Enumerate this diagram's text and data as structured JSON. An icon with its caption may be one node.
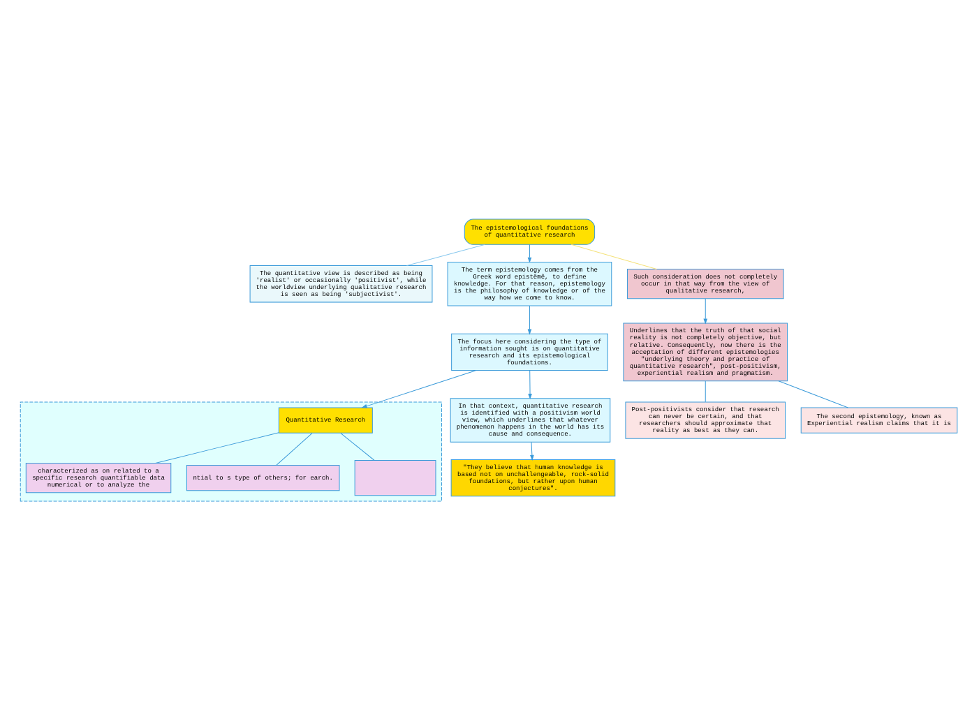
{
  "diagram": {
    "nodes": [
      {
        "text": [
          "The epistemological foundations of quantitative research"
        ]
      },
      {
        "text": [
          "The quantitative view is described as being 'realist' or occasionally 'positivist', while the worldview underlying qualitative research is seen as being 'subjectivist'."
        ]
      },
      {
        "text": [
          "The term epistemology comes from the Greek word epistêmê, to define knowledge. For that reason, epistemology is the philosophy of knowledge or of the way how we come to know."
        ]
      },
      {
        "text": [
          "The focus here considering the type of information sought is on quantitative research and its epistemological foundations."
        ]
      },
      {
        "text": [
          "In that context, quantitative research is identified with a positivism world view, which underlines that whatever phenomenon happens in the world has its cause and consequence."
        ]
      },
      {
        "text": [
          "\"They believe that human knowledge is based not on unchallengeable, rock-solid foundations, but rather upon human conjectures\"."
        ]
      },
      {
        "text": [
          "Such consideration does not completely occur in that way from the view of qualitative research,"
        ]
      },
      {
        "text": [
          "Underlines that the truth of that social reality is not completely objective, but relative. Consequently, now there is the acceptation of different epistemologies \"underlying theory and practice of quantitative research\", post-positivism, experiential realism and pragmatism."
        ]
      },
      {
        "text": [
          "Post-positivists consider that research can never be certain, and that researchers should approximate that reality as best as they can."
        ]
      },
      {
        "text": [
          "The second epistemology, known as Experiential realism claims that it is"
        ]
      },
      {
        "text": [],
        "shape": "box"
      },
      {
        "text": [
          "Quantitative Research"
        ],
        "in": 10
      },
      {
        "text": [
          "characterized as on related to a specific research quantifiable data numerical or to analyze the"
        ],
        "in": 10
      },
      {
        "text": [
          "ntial to s type of others; for earch."
        ],
        "in": 10
      },
      {
        "text": [],
        "shape": "box",
        "in": 10
      }
    ],
    "edges": [
      {
        "from": 0,
        "to": 2,
        "arrow": "to"
      },
      {
        "from": 2,
        "to": 3,
        "arrow": "to"
      },
      {
        "from": 3,
        "to": 4,
        "arrow": "to"
      },
      {
        "from": 4,
        "to": 5,
        "arrow": "to"
      },
      {
        "from": 0,
        "to": 1,
        "arrow": "none",
        "color": "#88c8ee"
      },
      {
        "from": 0,
        "to": 6,
        "arrow": "none",
        "color": "#f5e27a"
      },
      {
        "from": 6,
        "to": 7,
        "arrow": "to"
      },
      {
        "from": 7,
        "to": 8,
        "arrow": "none"
      },
      {
        "from": 7,
        "to": 9,
        "arrow": "none"
      },
      {
        "from": 3,
        "to": 11,
        "arrow": "to"
      },
      {
        "from": 11,
        "to": 12,
        "arrow": "none"
      },
      {
        "from": 11,
        "to": 13,
        "arrow": "none"
      },
      {
        "from": 11,
        "to": 14,
        "arrow": "none"
      }
    ]
  }
}
